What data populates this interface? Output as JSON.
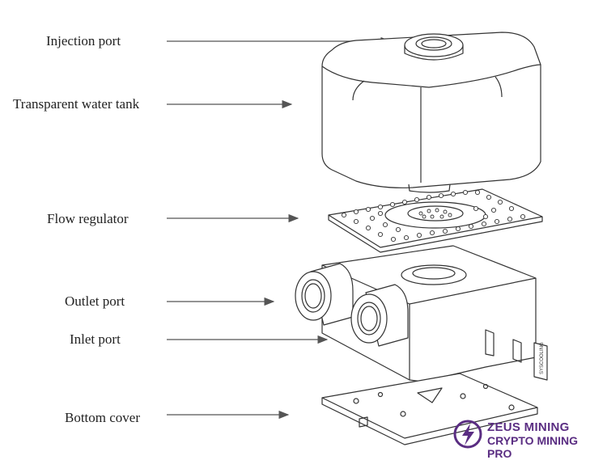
{
  "labels": {
    "injection_port": "Injection port",
    "water_tank": "Transparent water tank",
    "flow_regulator": "Flow regulator",
    "outlet_port": "Outlet port",
    "inlet_port": "Inlet port",
    "bottom_cover": "Bottom cover"
  },
  "brand": {
    "name": "ZEUS MINING",
    "tagline": "CRYPTO MINING PRO",
    "color": "#5a2d82"
  },
  "side_sticker": "SYSCOOLING",
  "icons": [
    "lightning-logo-icon"
  ]
}
